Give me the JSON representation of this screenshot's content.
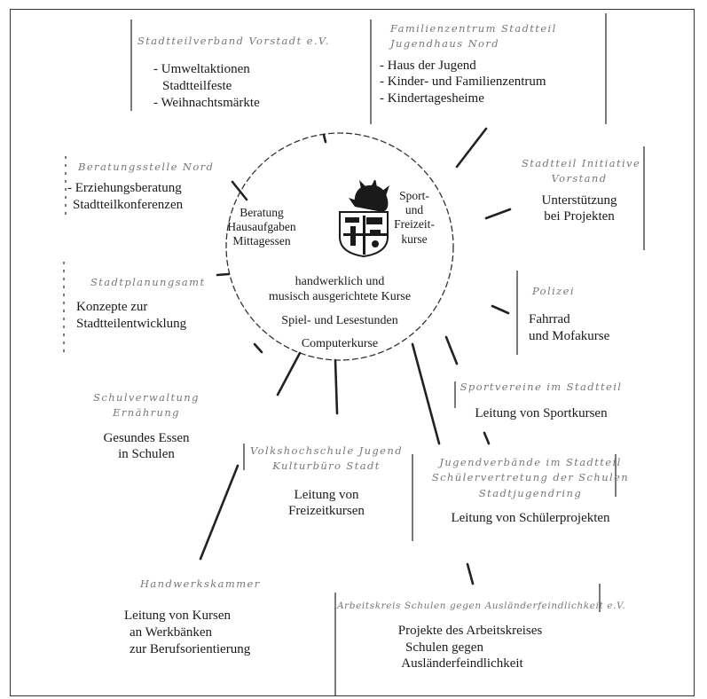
{
  "center": {
    "left_text": [
      "Beratung",
      "Hausaufgaben",
      "Mittagessen"
    ],
    "right_text": [
      "Sport-",
      "und",
      "Freizeit-",
      "kurse"
    ],
    "lines": [
      "handwerklich und",
      "musisch ausgerichtete Kurse",
      "Spiel- und Lesestunden",
      "Computerkurse"
    ],
    "crest_icon": "coat-of-arms-hedgehog-icon"
  },
  "blocks": {
    "top_left": {
      "partner": "Stadtteilverband Vorstadt e.V.",
      "items": [
        "- Umweltaktionen",
        "Stadtteilfeste",
        "- Weihnachtsmärkte"
      ]
    },
    "top_right": {
      "partner": [
        "Familienzentrum Stadtteil",
        "Jugendhaus Nord"
      ],
      "items": [
        "- Haus der Jugend",
        "- Kinder- und Familienzentrum",
        "- Kindertagesheime"
      ]
    },
    "left_upper": {
      "partner": "Beratungsstelle Nord",
      "items": [
        "- Erziehungsberatung",
        "Stadtteilkonferenzen"
      ]
    },
    "right_upper": {
      "partner": [
        "Stadtteil Initiative",
        "Vorstand"
      ],
      "items": [
        "Unterstützung",
        "bei Projekten"
      ]
    },
    "left_middle": {
      "partner": "Stadtplanungsamt",
      "items": [
        "Konzepte zur",
        "Stadtteilentwicklung"
      ]
    },
    "right_middle": {
      "partner": "Polizei",
      "items": [
        "Fahrrad",
        "und Mofakurse"
      ]
    },
    "left_lower": {
      "partner": [
        "Schulverwaltung",
        "Ernährung"
      ],
      "items": [
        "Gesundes Essen",
        "in Schulen"
      ]
    },
    "bottom_center": {
      "partner": [
        "Volkshochschule Jugend",
        "Kulturbüro Stadt"
      ],
      "items": [
        "Leitung von",
        "Freizeitkursen"
      ]
    },
    "right_sport": {
      "partner": "Sportvereine im Stadtteil",
      "items": [
        "Leitung von Sportkursen"
      ]
    },
    "right_projects": {
      "partner": [
        "Jugendverbände im Stadtteil",
        "Schülervertretung der Schulen",
        "Stadtjugendring"
      ],
      "items": [
        "Leitung von Schülerprojekten"
      ]
    },
    "bottom_left": {
      "partner": "Handwerkskammer",
      "items": [
        "Leitung von Kursen",
        "an Werkbänken",
        "zur Berufsorientierung"
      ]
    },
    "bottom_right": {
      "partner": "Arbeitskreis Schulen gegen Ausländerfeindlichkeit e.V.",
      "items": [
        "Projekte des Arbeitskreises",
        "Schulen gegen",
        "Ausländerfeindlichkeit"
      ]
    }
  }
}
